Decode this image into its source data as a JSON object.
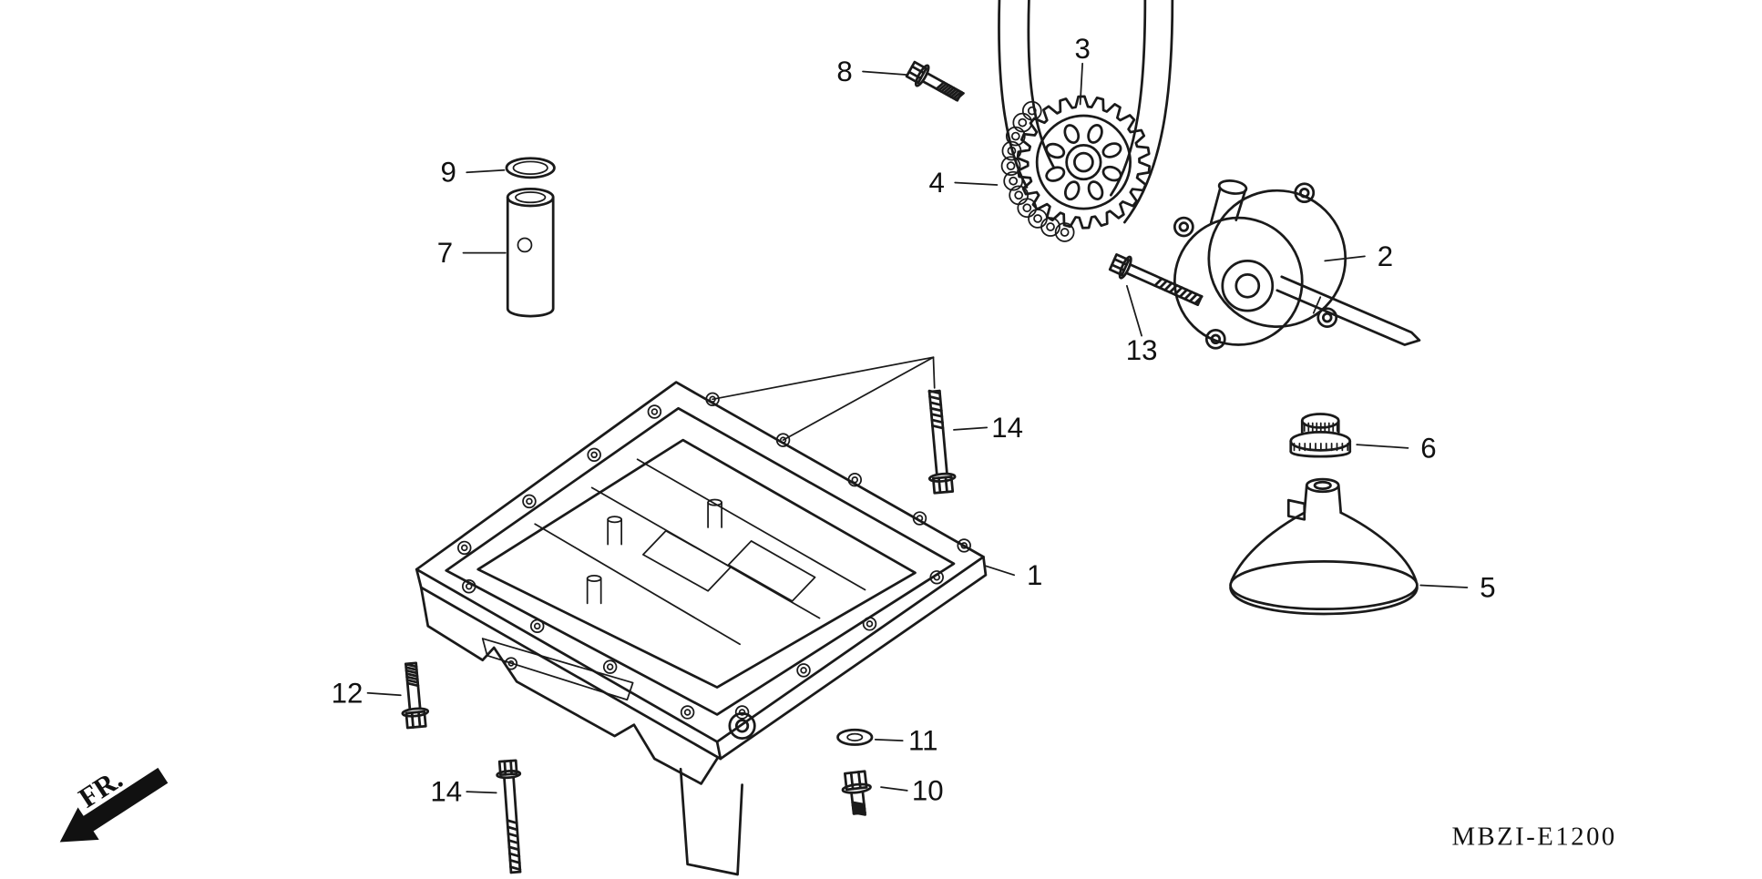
{
  "diagram": {
    "code": "MBZI-E1200",
    "direction_label": "FR.",
    "colors": {
      "ink": "#1a1a1a",
      "background": "#ffffff"
    },
    "callouts": [
      {
        "num": "8"
      },
      {
        "num": "3"
      },
      {
        "num": "9"
      },
      {
        "num": "4"
      },
      {
        "num": "7"
      },
      {
        "num": "2"
      },
      {
        "num": "13"
      },
      {
        "num": "14"
      },
      {
        "num": "6"
      },
      {
        "num": "1"
      },
      {
        "num": "5"
      },
      {
        "num": "12"
      },
      {
        "num": "11"
      },
      {
        "num": "10"
      },
      {
        "num": "14"
      }
    ]
  }
}
